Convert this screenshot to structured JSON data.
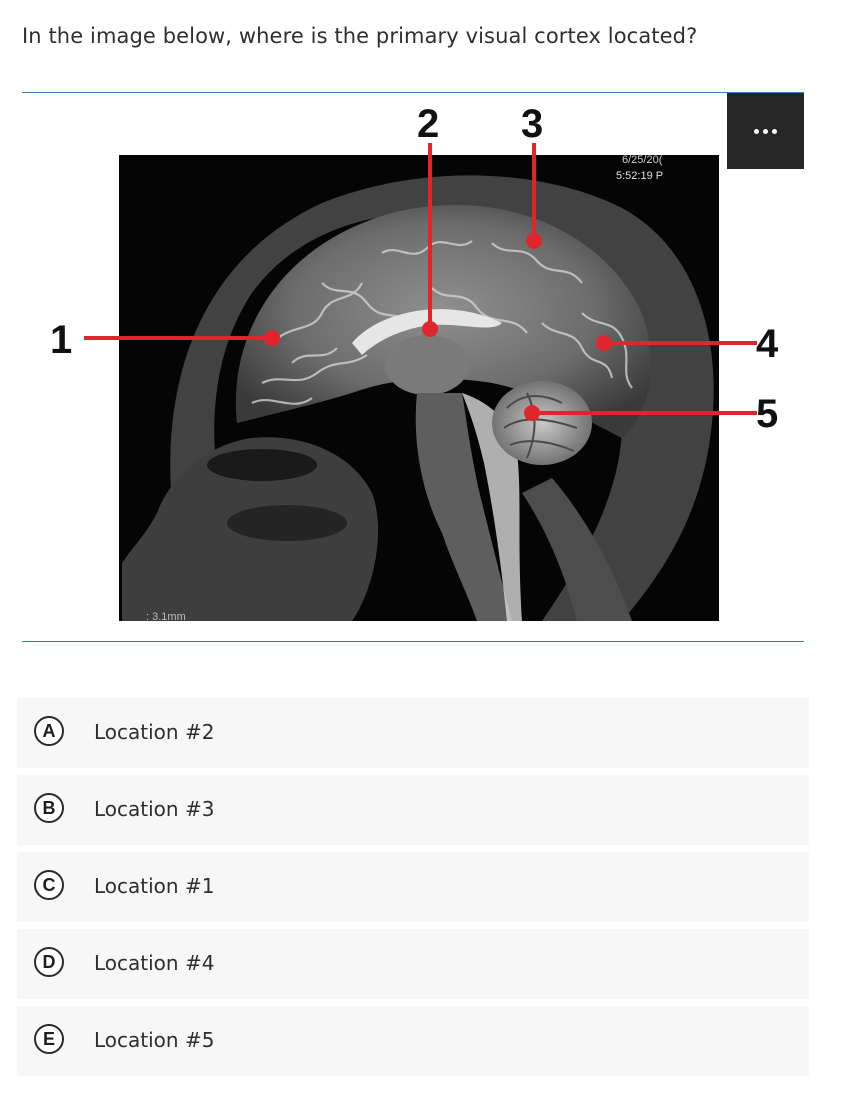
{
  "question": {
    "text": "In the image below, where is the primary visual cortex located?"
  },
  "figure": {
    "labels": [
      "1",
      "2",
      "3",
      "4",
      "5"
    ],
    "overlay_date": "6/25/20(",
    "overlay_time": "5:52:19 P",
    "scale_text": ": 3.1mm",
    "marker_color": "#e0262c"
  },
  "toolbar": {
    "more_icon": "more-horizontal-icon"
  },
  "options": [
    {
      "letter": "A",
      "label": "Location #2"
    },
    {
      "letter": "B",
      "label": "Location #3"
    },
    {
      "letter": "C",
      "label": "Location #1"
    },
    {
      "letter": "D",
      "label": "Location #4"
    },
    {
      "letter": "E",
      "label": "Location #5"
    }
  ]
}
